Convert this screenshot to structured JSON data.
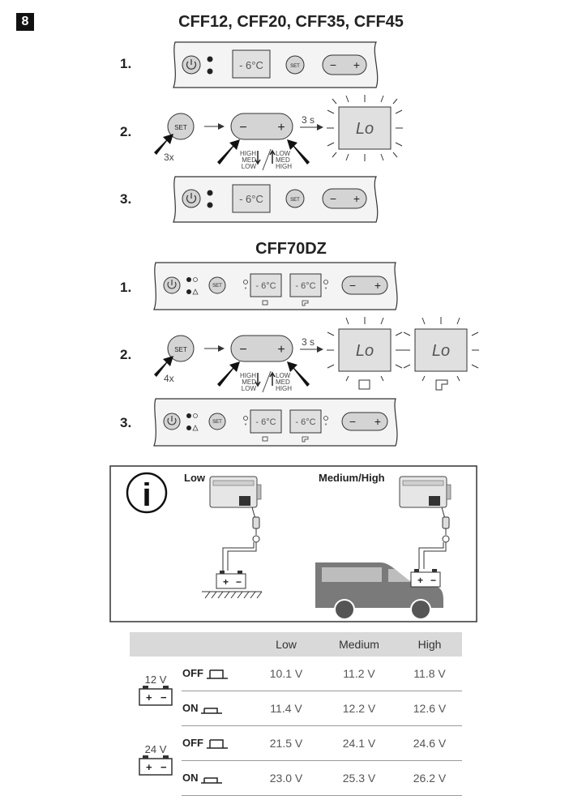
{
  "figure_number": "8",
  "section1": {
    "title": "CFF12, CFF20, CFF35, CFF45",
    "steps": [
      "1.",
      "2.",
      "3."
    ],
    "display_temp": "- 6°C",
    "set_label": "SET",
    "minus": "−",
    "plus": "+",
    "press_count": "3x",
    "delay": "3 s",
    "display_lo": "Lo",
    "arrow_left_labels": [
      "HIGH",
      "MED",
      "LOW"
    ],
    "arrow_right_labels": [
      "LOW",
      "MED",
      "HIGH"
    ]
  },
  "section2": {
    "title": "CFF70DZ",
    "steps": [
      "1.",
      "2.",
      "3."
    ],
    "display_temp": "- 6°C",
    "set_label": "SET",
    "minus": "−",
    "plus": "+",
    "press_count": "4x",
    "delay": "3 s",
    "display_lo": "Lo",
    "arrow_left_labels": [
      "HIGH",
      "MED",
      "LOW"
    ],
    "arrow_right_labels": [
      "LOW",
      "MED",
      "HIGH"
    ]
  },
  "info_box": {
    "label_low": "Low",
    "label_medium_high": "Medium/High",
    "info_glyph": "i"
  },
  "voltage_table": {
    "headers": [
      "",
      "",
      "Low",
      "Medium",
      "High"
    ],
    "groups": [
      {
        "battery": "12 V",
        "rows": [
          {
            "state": "OFF",
            "values": [
              "10.1 V",
              "11.2 V",
              "11.8 V"
            ]
          },
          {
            "state": "ON",
            "values": [
              "11.4 V",
              "12.2 V",
              "12.6 V"
            ]
          }
        ]
      },
      {
        "battery": "24 V",
        "rows": [
          {
            "state": "OFF",
            "values": [
              "21.5 V",
              "24.1 V",
              "24.6 V"
            ]
          },
          {
            "state": "ON",
            "values": [
              "23.0 V",
              "25.3 V",
              "26.2 V"
            ]
          }
        ]
      }
    ]
  },
  "colors": {
    "panel_fill": "#f2f2f2",
    "display_fill": "#e0e0e0",
    "outline": "#333333",
    "header_fill": "#d9d9d9",
    "van_gray": "#7a7a7a"
  }
}
